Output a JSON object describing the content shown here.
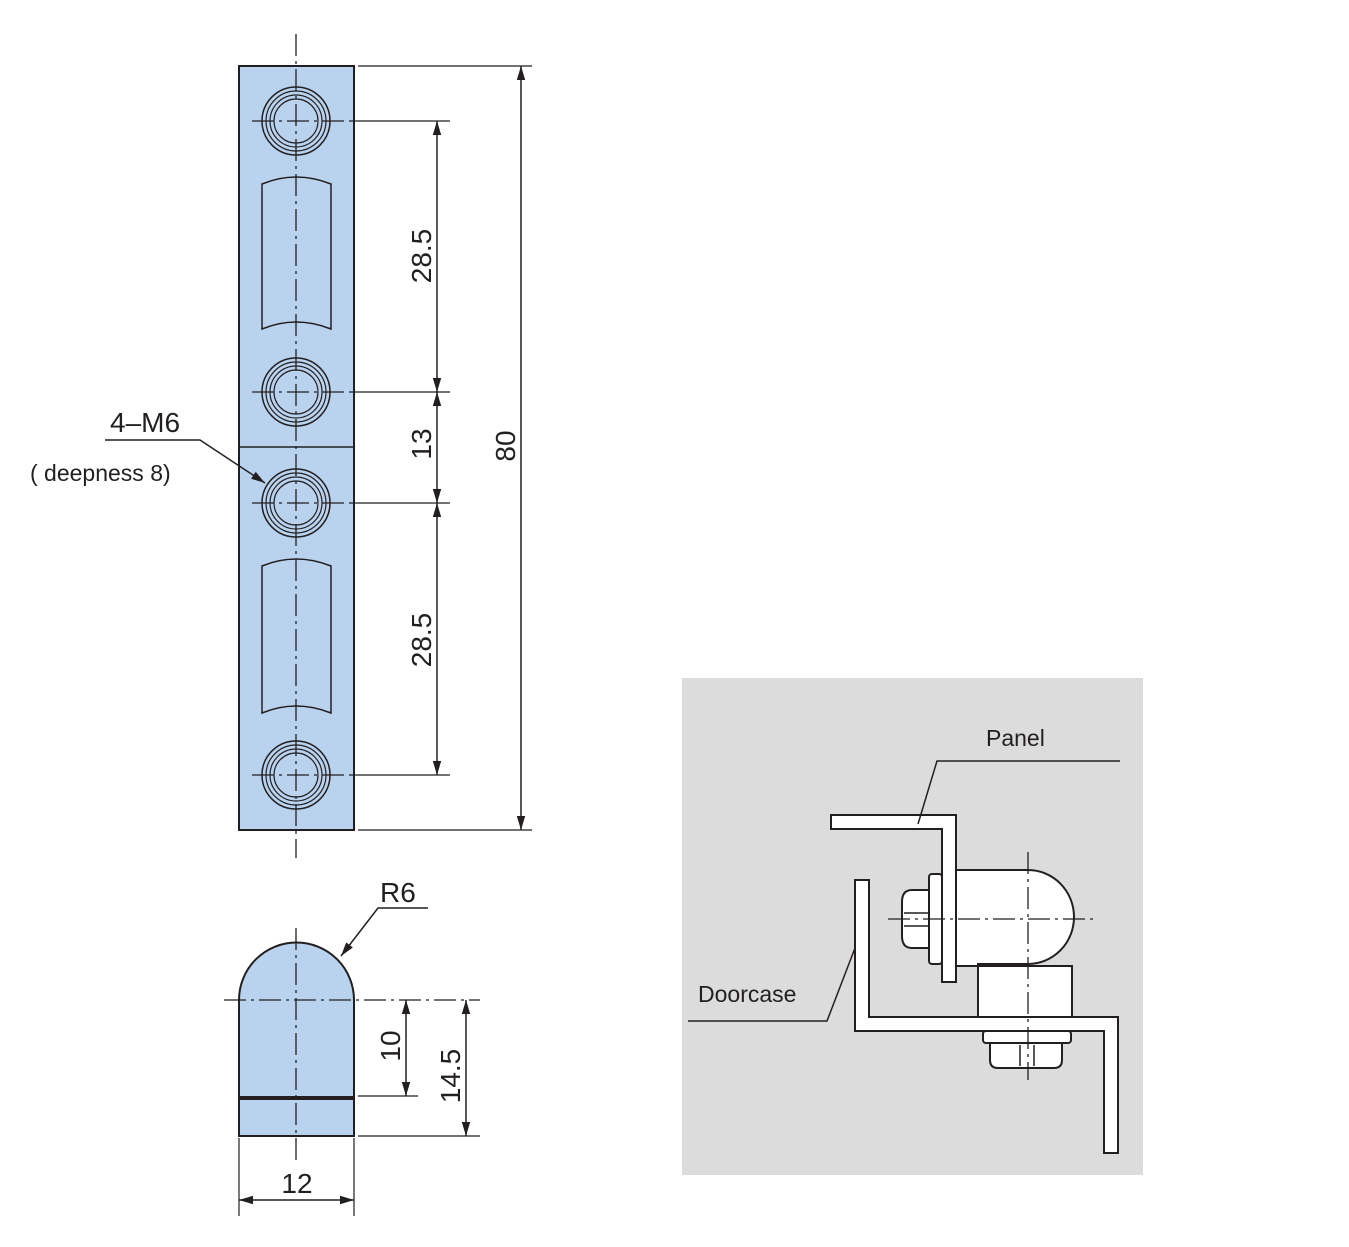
{
  "front_view": {
    "dim_spacing_top": "28.5",
    "dim_spacing_mid": "13",
    "dim_total_length": "80",
    "dim_spacing_bottom": "28.5",
    "thread_callout": "4–M6",
    "thread_depth": "( deepness 8)"
  },
  "end_view": {
    "radius_callout": "R6",
    "dim_height_center": "10",
    "dim_height_total": "14.5",
    "dim_width": "12"
  },
  "installation_view": {
    "label_panel": "Panel",
    "label_doorcase": "Doorcase",
    "background": "#dcdcdc"
  },
  "colors": {
    "part_fill": "#b9d3ee",
    "line": "#231f20"
  }
}
